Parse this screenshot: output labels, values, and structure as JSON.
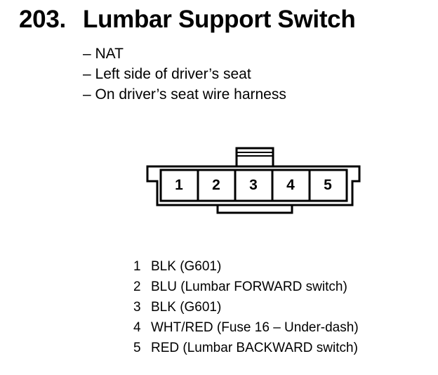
{
  "title": {
    "number": "203.",
    "text": "Lumbar Support Switch"
  },
  "notes": [
    "– NAT",
    "– Left side of driver’s seat",
    "– On driver’s seat wire harness"
  ],
  "connector": {
    "pins": [
      "1",
      "2",
      "3",
      "4",
      "5"
    ]
  },
  "pin_list": [
    {
      "pin": "1",
      "desc": "BLK (G601)"
    },
    {
      "pin": "2",
      "desc": "BLU (Lumbar FORWARD switch)"
    },
    {
      "pin": "3",
      "desc": "BLK (G601)"
    },
    {
      "pin": "4",
      "desc": "WHT/RED (Fuse 16 – Under-dash)"
    },
    {
      "pin": "5",
      "desc": "RED (Lumbar BACKWARD switch)"
    }
  ]
}
